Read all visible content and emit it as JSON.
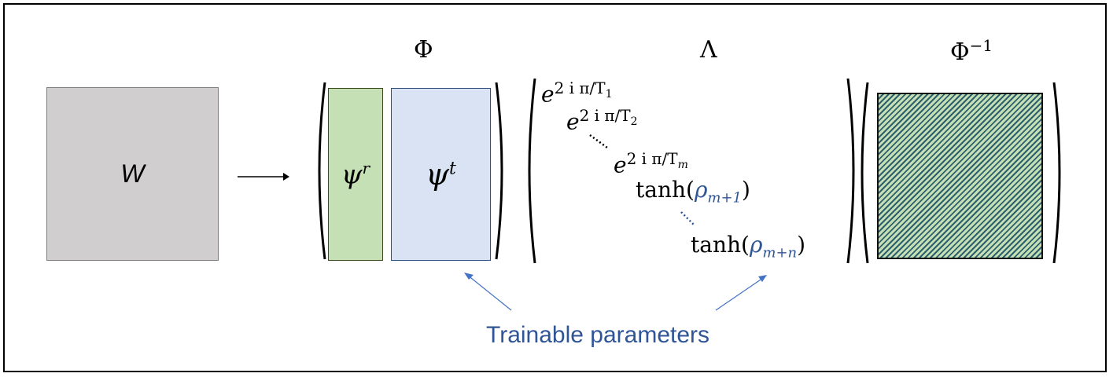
{
  "input": {
    "label": "W"
  },
  "phi": {
    "title": "Φ",
    "psi_r": "ψ",
    "psi_r_sup": "r",
    "psi_t": "ψ",
    "psi_t_sup": "t"
  },
  "lambda": {
    "title": "Λ",
    "entries": [
      {
        "base": "e",
        "exp": "2 i π/T",
        "sub": "1"
      },
      {
        "base": "e",
        "exp": "2 i π/T",
        "sub": "2"
      },
      {
        "base": "e",
        "exp": "2 i π/T",
        "sub": "m"
      }
    ],
    "tanh_entries": [
      {
        "fn": "tanh(",
        "var": "ρ",
        "sub": "m+1",
        "close": ")"
      },
      {
        "fn": "tanh(",
        "var": "ρ",
        "sub": "m+n",
        "close": ")"
      }
    ]
  },
  "phi_inv": {
    "title": "Φ",
    "sup": "−1"
  },
  "annotation": {
    "text": "Trainable parameters"
  },
  "colors": {
    "accent": "#2f5597",
    "psi_r_fill": "#c5e0b4",
    "psi_t_fill": "#dae3f3",
    "w_fill": "#d0cece"
  }
}
